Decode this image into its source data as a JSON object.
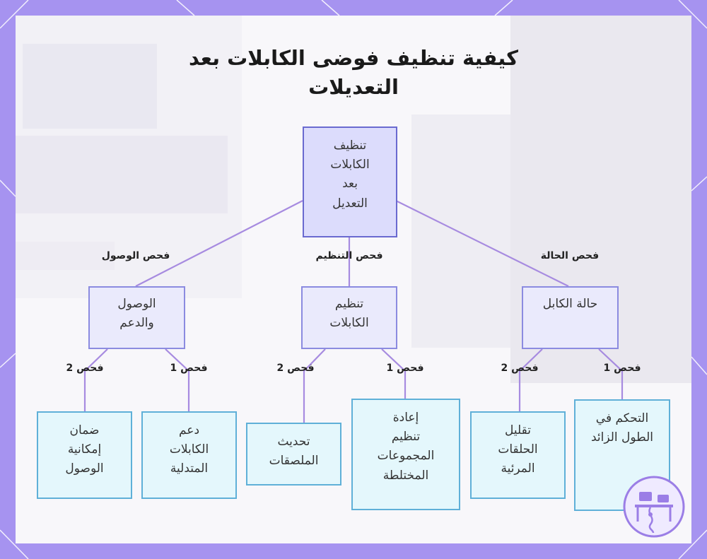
{
  "title": "كيفية تنظيف فوضى الكابلات بعد التعديلات",
  "colors": {
    "frame": "#a693f0",
    "edge": "#a78be0",
    "root_fill": "#dcdcfc",
    "leaf_fill": "#e4f7fc"
  },
  "root": {
    "label": "تنظيف\nالكابلات\nبعد\nالتعديل"
  },
  "branches": [
    {
      "edge_label": "فحص الحالة",
      "label": "حالة الكابل",
      "children": [
        {
          "edge_label": "فحص 1",
          "label": "التحكم في\nالطول الزائد"
        },
        {
          "edge_label": "فحص 2",
          "label": "تقليل\nالحلقات\nالمرئية"
        }
      ]
    },
    {
      "edge_label": "فحص التنظيم",
      "label": "تنظيم\nالكابلات",
      "children": [
        {
          "edge_label": "فحص 1",
          "label": "إعادة\nتنظيم\nالمجموعات\nالمختلطة"
        },
        {
          "edge_label": "فحص 2",
          "label": "تحديث\nالملصقات"
        }
      ]
    },
    {
      "edge_label": "فحص الوصول",
      "label": "الوصول\nوالدعم",
      "children": [
        {
          "edge_label": "فحص 1",
          "label": "دعم\nالكابلات\nالمتدلية"
        },
        {
          "edge_label": "فحص 2",
          "label": "ضمان\nإمكانية\nالوصول"
        }
      ]
    }
  ],
  "logo_icon": "cable-desk-logo-icon"
}
